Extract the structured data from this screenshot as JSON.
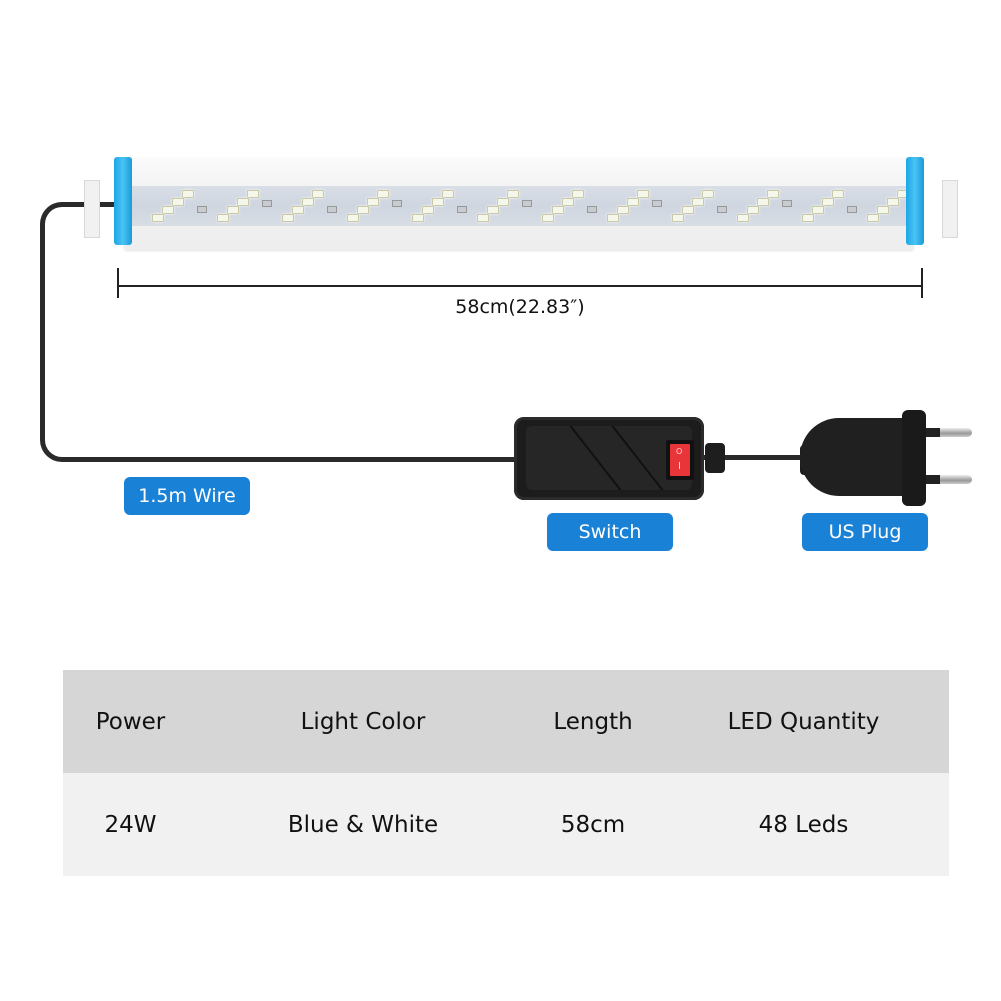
{
  "product": {
    "dimension_label": "58cm(22.83″)",
    "leds": 48,
    "accent_color": "#1a82d6",
    "endcap_color": "#2aaee8"
  },
  "callouts": {
    "wire": "1.5m Wire",
    "switch": "Switch",
    "plug": "US Plug"
  },
  "switch": {
    "on_symbol": "O",
    "off_symbol": "I"
  },
  "spec_table": {
    "headers": [
      "Power",
      "Light Color",
      "Length",
      "LED Quantity"
    ],
    "rows": [
      [
        "24W",
        "Blue & White",
        "58cm",
        "48 Leds"
      ]
    ],
    "header_bg": "#d6d6d6",
    "row_bg": "#f1f1f1"
  }
}
